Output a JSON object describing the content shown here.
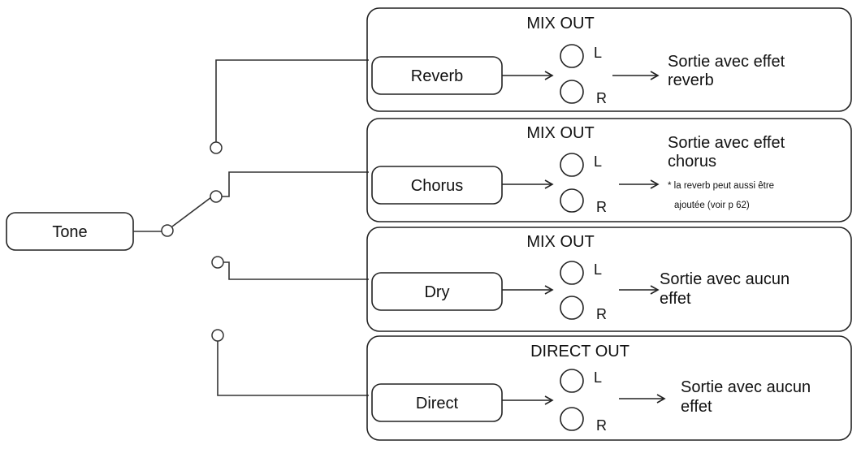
{
  "source": {
    "label": "Tone"
  },
  "panels": [
    {
      "title": "MIX OUT",
      "effect": "Reverb",
      "jack_left": "L",
      "jack_right": "R",
      "description": [
        "Sortie avec effet",
        "reverb"
      ],
      "note": []
    },
    {
      "title": "MIX OUT",
      "effect": "Chorus",
      "jack_left": "L",
      "jack_right": "R",
      "description": [
        "Sortie avec effet",
        "chorus"
      ],
      "note": [
        "* la reverb peut aussi être",
        "ajoutée (voir p 62)"
      ]
    },
    {
      "title": "MIX OUT",
      "effect": "Dry",
      "jack_left": "L",
      "jack_right": "R",
      "description": [
        "Sortie avec aucun",
        "effet"
      ],
      "note": []
    },
    {
      "title": "DIRECT OUT",
      "effect": "Direct",
      "jack_left": "L",
      "jack_right": "R",
      "description": [
        "Sortie avec aucun",
        "effet"
      ],
      "note": []
    }
  ]
}
